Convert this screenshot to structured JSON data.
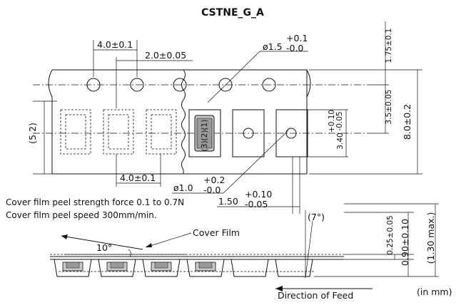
{
  "title": "CSTNE_G_A",
  "dims": {
    "pitch_4": "4.0±0.1",
    "pitch_2": "2.0±0.05",
    "hole_dia": "ø1.5",
    "hole_tol_plus": "+0.1",
    "hole_tol_minus": "-0.0",
    "edge_175": "1.75±0.1",
    "pos_35": "3.5±0.05",
    "width_8": "8.0±0.2",
    "pocket_340": "3.40",
    "pocket_tol_plus": "+0.10",
    "pocket_tol_minus": "-0.05",
    "ref_52": "(5.2)",
    "pitch_4b": "4.0±0.1",
    "small_hole_dia": "ø1.0",
    "small_hole_plus": "+0.2",
    "small_hole_minus": "-0.0",
    "len_150": "1.50",
    "len_tol_plus": "+0.10",
    "len_tol_minus": "-0.05",
    "angle_7": "(7°)",
    "angle_10": "10°",
    "film_thk": "0.25±0.05",
    "tape_thk": "0.90±0.10",
    "max_thk": "(1.30 max.)",
    "orient": "(3)(2)(1)"
  },
  "notes": {
    "peel_force": "Cover film peel strength force 0.1 to 0.7N",
    "peel_speed": "Cover film peel speed 300mm/min."
  },
  "labels": {
    "cover_film": "Cover Film",
    "direction": "Direction of Feed",
    "unit": "(in mm)"
  }
}
